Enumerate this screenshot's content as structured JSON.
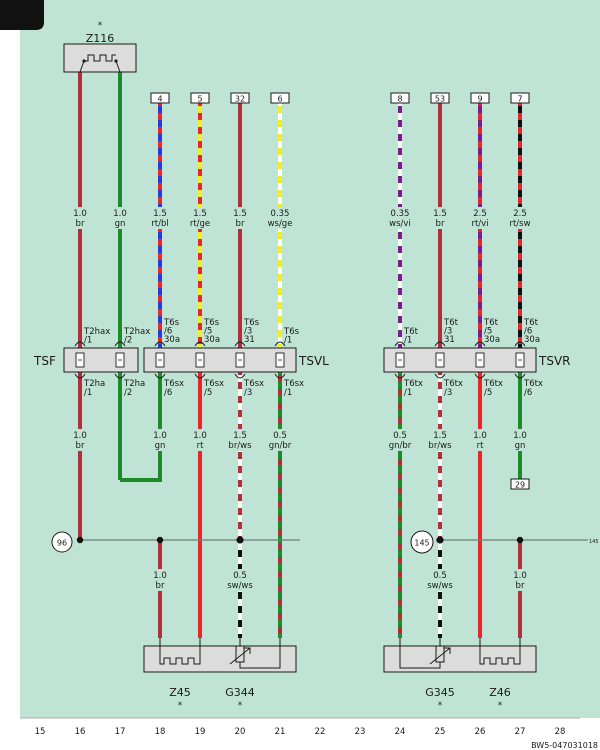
{
  "page_tab": "",
  "colors": {
    "background": "#bfe3d5",
    "br": "#b0303a",
    "gn": "#1f8a2a",
    "rt": "#e8262a",
    "bl": "#2a3ad8",
    "ge": "#f2ee22",
    "ws": "#ffffff",
    "sw": "#111111",
    "vi": "#7a1f8a",
    "connector_fill": "#dcdcdc",
    "line": "#1a1a1a"
  },
  "components": {
    "z116": "Z116",
    "z45": "Z45",
    "g344": "G344",
    "g345": "G345",
    "z46": "Z46",
    "star": "*"
  },
  "connectors": {
    "tsf": "TSF",
    "tsvl": "TSVL",
    "tsvr": "TSVR"
  },
  "top_terminals": [
    "4",
    "5",
    "32",
    "6",
    "8",
    "53",
    "9",
    "7"
  ],
  "bottom_terminal": "29",
  "ground_points": {
    "left": "96",
    "right": "145",
    "right_ref": "145"
  },
  "upper_wires": [
    {
      "size": "1.0",
      "color": "br"
    },
    {
      "size": "1.0",
      "color": "gn"
    },
    {
      "size": "1.5",
      "color": "rt/bl"
    },
    {
      "size": "1.5",
      "color": "rt/ge"
    },
    {
      "size": "1.5",
      "color": "br"
    },
    {
      "size": "0.35",
      "color": "ws/ge"
    },
    {
      "size": "0.35",
      "color": "ws/vi"
    },
    {
      "size": "1.5",
      "color": "br"
    },
    {
      "size": "2.5",
      "color": "rt/vi"
    },
    {
      "size": "2.5",
      "color": "rt/sw"
    }
  ],
  "upper_pins": [
    {
      "a": "T2hax",
      "b": "/1"
    },
    {
      "a": "T2hax",
      "b": "/2"
    },
    {
      "a": "T6s",
      "b": "/6",
      "c": "30a"
    },
    {
      "a": "T6s",
      "b": "/5",
      "c": "30a"
    },
    {
      "a": "T6s",
      "b": "/3",
      "c": "31"
    },
    {
      "a": "T6s",
      "b": "/1"
    },
    {
      "a": "T6t",
      "b": "/1"
    },
    {
      "a": "T6t",
      "b": "/3",
      "c": "31"
    },
    {
      "a": "T6t",
      "b": "/5",
      "c": "30a"
    },
    {
      "a": "T6t",
      "b": "/6",
      "c": "30a"
    }
  ],
  "lower_pins": [
    {
      "a": "T2ha",
      "b": "/1"
    },
    {
      "a": "T2ha",
      "b": "/2"
    },
    {
      "a": "T6sx",
      "b": "/6"
    },
    {
      "a": "T6sx",
      "b": "/5"
    },
    {
      "a": "T6sx",
      "b": "/3"
    },
    {
      "a": "T6sx",
      "b": "/1"
    },
    {
      "a": "T6tx",
      "b": "/1"
    },
    {
      "a": "T6tx",
      "b": "/3"
    },
    {
      "a": "T6tx",
      "b": "/5"
    },
    {
      "a": "T6tx",
      "b": "/6"
    }
  ],
  "mid_wires": [
    {
      "size": "1.0",
      "color": "br"
    },
    {
      "size": "1.0",
      "color": "gn"
    },
    {
      "size": "1.0",
      "color": "rt"
    },
    {
      "size": "1.5",
      "color": "br/ws"
    },
    {
      "size": "0.5",
      "color": "gn/br"
    },
    {
      "size": "0.5",
      "color": "gn/br"
    },
    {
      "size": "1.5",
      "color": "br/ws"
    },
    {
      "size": "1.0",
      "color": "rt"
    },
    {
      "size": "1.0",
      "color": "gn"
    }
  ],
  "low_wires": [
    {
      "size": "1.0",
      "color": "br"
    },
    {
      "size": "0.5",
      "color": "sw/ws"
    },
    {
      "size": "0.5",
      "color": "sw/ws"
    },
    {
      "size": "1.0",
      "color": "br"
    }
  ],
  "grid_numbers": [
    "15",
    "16",
    "17",
    "18",
    "19",
    "20",
    "21",
    "22",
    "23",
    "24",
    "25",
    "26",
    "27",
    "28"
  ],
  "doc_code": "BW5-047031018"
}
